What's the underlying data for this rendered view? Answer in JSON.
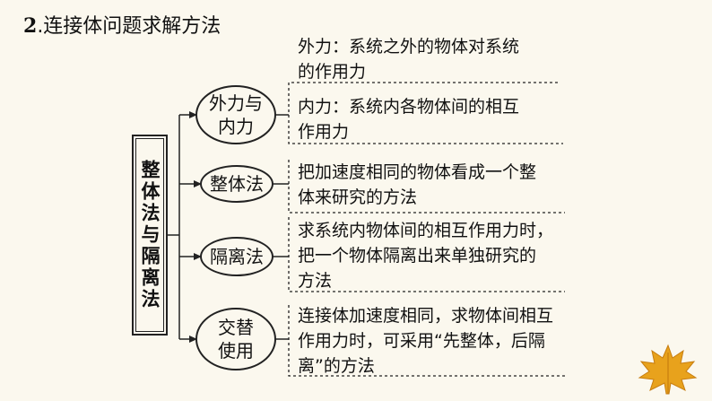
{
  "title": {
    "number": "2",
    "text": ".连接体问题求解方法"
  },
  "root": {
    "label": "整体法与隔离法"
  },
  "branches": [
    {
      "label_lines": [
        "外力与",
        "内力"
      ],
      "items": [
        {
          "lines": [
            "外力：系统之外的物体对系统",
            "的作用力"
          ]
        },
        {
          "lines": [
            "内力：系统内各物体间的相互",
            "作用力"
          ]
        }
      ]
    },
    {
      "label_lines": [
        "整体法"
      ],
      "items": [
        {
          "lines": [
            "把加速度相同的物体看成一个整",
            "体来研究的方法"
          ]
        }
      ]
    },
    {
      "label_lines": [
        "隔离法"
      ],
      "items": [
        {
          "lines": [
            "求系统内物体间的相互作用力时，",
            "把一个物体隔离出来单独研究的",
            "方法"
          ]
        }
      ]
    },
    {
      "label_lines": [
        "交替",
        "使用"
      ],
      "items": [
        {
          "lines": [
            "连接体加速度相同，求物体间相互",
            "作用力时，可采用“先整体，后隔",
            "离”的方法"
          ]
        }
      ]
    }
  ],
  "colors": {
    "leaf": "#e8a21c",
    "line": "#222222"
  }
}
